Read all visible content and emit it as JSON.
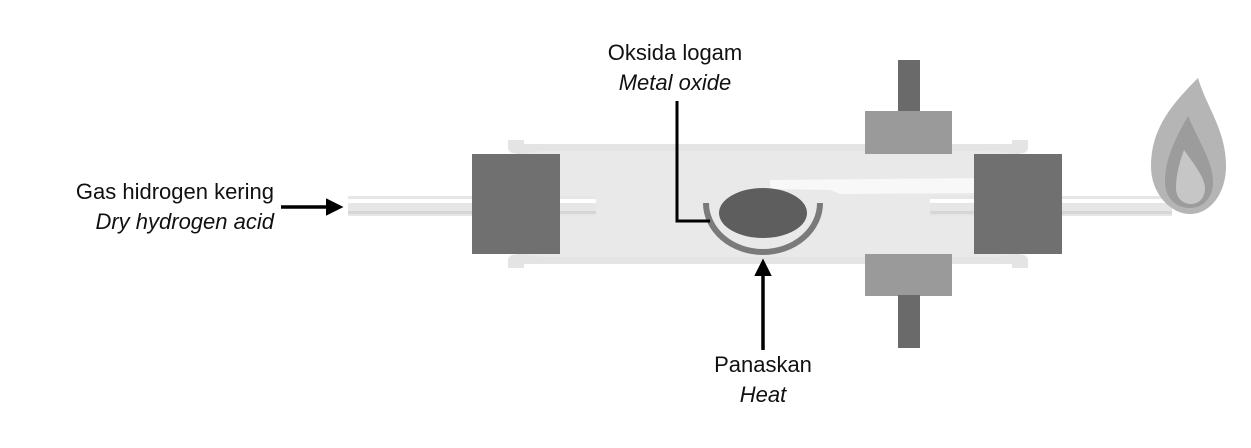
{
  "labels": {
    "gas_ms": "Gas hidrogen kering",
    "gas_en": "Dry hydrogen acid",
    "oxide_ms": "Oksida logam",
    "oxide_en": "Metal oxide",
    "heat_ms": "Panaskan",
    "heat_en": "Heat"
  },
  "colors": {
    "tube_glass": "#e9e9e9",
    "stopper": "#707070",
    "clamp": "#9a9a9a",
    "clamp_rod": "#6a6a6a",
    "boat": "#7a7a7a",
    "oxide": "#5e5e5e",
    "flame": "#b5b5b5",
    "arrow": "#000000"
  }
}
